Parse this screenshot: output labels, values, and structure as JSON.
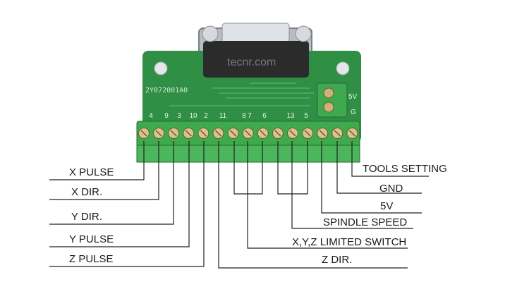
{
  "watermark": "tecnr.com",
  "board": {
    "silkscreen_id": "2Y072001A0",
    "pin_numbers": [
      "4",
      "9",
      "3",
      "10",
      "2",
      "11",
      "8",
      "7",
      "6",
      "13",
      "5"
    ],
    "right_labels": [
      "5V",
      "G"
    ],
    "colors": {
      "pcb": "#2f8f45",
      "terminal": "#3fa94f",
      "connector": "#c9cdd2"
    }
  },
  "labels": {
    "left": [
      "X PULSE",
      "X DIR.",
      "Y DIR.",
      "Y PULSE",
      "Z PULSE"
    ],
    "right": [
      "TOOLS SETTING",
      "GND",
      "5V",
      "SPINDLE SPEED",
      "X,Y,Z LIMITED SWITCH",
      "Z DIR."
    ]
  }
}
